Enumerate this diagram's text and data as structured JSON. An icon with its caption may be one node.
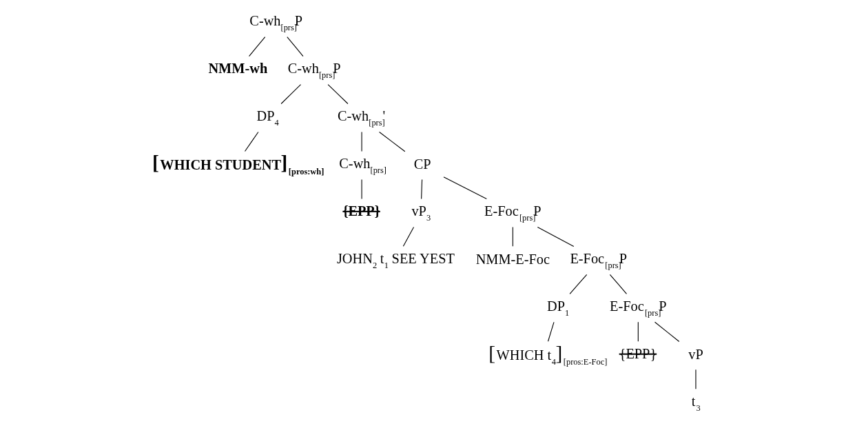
{
  "diagram": {
    "nodes": [
      {
        "text": [
          "C-wh$_{[prs]}$P"
        ]
      },
      {
        "text": [
          "NMM-wh"
        ]
      },
      {
        "text": [
          "C-wh$_{[prs]}$P"
        ]
      },
      {
        "text": [
          "DP$_{4}$"
        ]
      },
      {
        "text": [
          "C-wh$_{[prs]}$'"
        ]
      },
      {
        "text": [
          "[WHICH STUDENT]$_{[pros:wh]}$"
        ]
      },
      {
        "text": [
          "C-wh$_{[prs]}$"
        ]
      },
      {
        "text": [
          "CP"
        ]
      },
      {
        "text": [
          "{EPP}"
        ]
      },
      {
        "text": [
          "vP$_{3}$"
        ]
      },
      {
        "text": [
          "E-Foc$_{[prs]}$P"
        ]
      },
      {
        "text": [
          "JOHN$_{2}$ t$_{1}$ SEE YEST"
        ]
      },
      {
        "text": [
          "NMM-E-Foc"
        ]
      },
      {
        "text": [
          "E-Foc$_{[prs]}$P"
        ]
      },
      {
        "text": [
          "DP$_{1}$"
        ]
      },
      {
        "text": [
          "E-Foc$_{[prs]}$P"
        ]
      },
      {
        "text": [
          "[WHICH t$_{4}$]$_{[pros:E-Foc]}$"
        ]
      },
      {
        "text": [
          "{EPP}"
        ]
      },
      {
        "text": [
          "vP"
        ]
      },
      {
        "text": [
          "t$_{3}$"
        ]
      }
    ],
    "edges": [
      {
        "from": 0,
        "to": 1,
        "arrow": "none"
      },
      {
        "from": 0,
        "to": 2,
        "arrow": "none"
      },
      {
        "from": 2,
        "to": 3,
        "arrow": "none"
      },
      {
        "from": 2,
        "to": 4,
        "arrow": "none"
      },
      {
        "from": 3,
        "to": 5,
        "arrow": "none"
      },
      {
        "from": 4,
        "to": 6,
        "arrow": "none"
      },
      {
        "from": 4,
        "to": 7,
        "arrow": "none"
      },
      {
        "from": 6,
        "to": 8,
        "arrow": "none"
      },
      {
        "from": 7,
        "to": 9,
        "arrow": "none"
      },
      {
        "from": 7,
        "to": 10,
        "arrow": "none"
      },
      {
        "from": 9,
        "to": 11,
        "arrow": "none"
      },
      {
        "from": 10,
        "to": 12,
        "arrow": "none"
      },
      {
        "from": 10,
        "to": 13,
        "arrow": "none"
      },
      {
        "from": 13,
        "to": 14,
        "arrow": "none"
      },
      {
        "from": 13,
        "to": 15,
        "arrow": "none"
      },
      {
        "from": 14,
        "to": 16,
        "arrow": "none"
      },
      {
        "from": 15,
        "to": 17,
        "arrow": "none"
      },
      {
        "from": 15,
        "to": 18,
        "arrow": "none"
      },
      {
        "from": 18,
        "to": 19,
        "arrow": "none"
      }
    ]
  }
}
